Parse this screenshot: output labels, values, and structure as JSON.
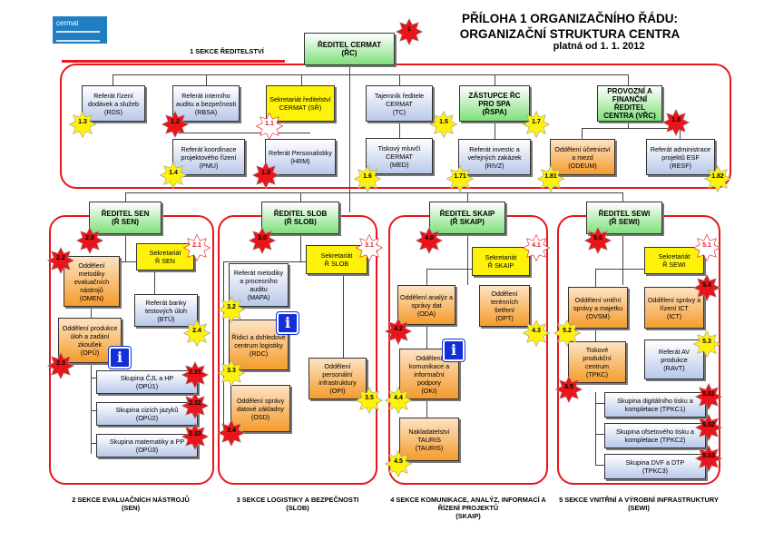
{
  "header": {
    "logo_text": "cermat",
    "title_line1": "PŘÍLOHA 1 ORGANIZAČNÍHO ŘÁDU:",
    "title_line2": "ORGANIZAČNÍ STRUKTURA CENTRA",
    "valid_from": "platná od 1. 1. 2012",
    "top_section": "1 SEKCE ŘEDITELSTVÍ"
  },
  "director": {
    "label": "ŘEDITEL CERMAT\n(ŘC)",
    "badge": "1"
  },
  "directorate": {
    "rds": {
      "label": "Referát řízení dodávek a služeb\n(RDS)",
      "badge": "1.3"
    },
    "rbsa": {
      "label": "Referát interního auditu a bezpečnosti\n(RBSA)",
      "badge": "1.2"
    },
    "sr": {
      "label": "Sekretariát ředitelství CERMAT (SŘ)",
      "badge": "1.1"
    },
    "tc": {
      "label": "Tajemník ředitele CERMAT\n(TC)",
      "badge": "1.5"
    },
    "rspa": {
      "label": "ZÁSTUPCE ŘC PRO SPA\n(ŘSPA)",
      "badge": "1.7"
    },
    "vrc": {
      "label": "PROVOZNÍ A FINANČNÍ ŘEDITEL CENTRA (VŘC)",
      "badge": "1.8"
    },
    "pmu": {
      "label": "Referát koordinace projektového řízení\n(PMU)",
      "badge": "1.4"
    },
    "hrm": {
      "label": "Referát Personalistiky\n(HRM)",
      "badge": "1.3"
    },
    "med": {
      "label": "Tiskový mluvčí CERMAT\n(MED)",
      "badge": "1.6"
    },
    "rivz": {
      "label": "Referát investic a veřejných zakázek\n(RIVZ)",
      "badge": "1.71"
    },
    "odeum": {
      "label": "Oddělení účetnictví a mezd\n(ODEUM)",
      "badge": "1.81"
    },
    "resf": {
      "label": "Referát administrace projektů ESF\n(RESF)",
      "badge": "1.82"
    }
  },
  "sen": {
    "head": {
      "label": "ŘEDITEL SEN\n(Ř SEN)",
      "badge": "2.0"
    },
    "secretariat": {
      "label": "Sekretariát\nŘ SEN",
      "badge": "2.1"
    },
    "omen": {
      "label": "Oddělení metodiky evaluačních nástrojů\n(OMEN)",
      "badge": "2.2"
    },
    "btu": {
      "label": "Referát banky testových úloh\n(BTÚ)",
      "badge": "2.4"
    },
    "opu": {
      "label": "Oddělení produkce úloh a zadání zkoušek\n(OPÚ)",
      "badge": "2.3"
    },
    "opu1": {
      "label": "Skupina ČJL a HP\n(OPÚ1)",
      "badge": "2.31"
    },
    "opu2": {
      "label": "Skupina cizích jazyků\n(OPÚ2)",
      "badge": "2.32"
    },
    "opu3": {
      "label": "Skupina matematiky a PP\n(OPÚ3)",
      "badge": "2.33"
    },
    "caption": "2 SEKCE EVALUAČNÍCH NÁSTROJŮ\n(SEN)"
  },
  "slob": {
    "head": {
      "label": "ŘEDITEL SLOB\n(Ř SLOB)",
      "badge": "3.0"
    },
    "secretariat": {
      "label": "Sekretariát\nŘ SLOB",
      "badge": "3.1"
    },
    "mapa": {
      "label": "Referát metodiky a procesního auditu\n(MAPA)",
      "badge": "3.2"
    },
    "rdc": {
      "label": "Řídicí a dohledové centrum logistiky\n(RDC)",
      "badge": "3.3"
    },
    "osd": {
      "label": "Oddělení správy datové základny\n(OSD)",
      "badge": "3.4"
    },
    "opi": {
      "label": "Oddělení personální infrastruktury\n(OPI)",
      "badge": "3.5"
    },
    "caption": "3 SEKCE LOGISTIKY A BEZPEČNOSTI\n(SLOB)"
  },
  "skaip": {
    "head": {
      "label": "ŘEDITEL SKAIP\n(Ř SKAIP)",
      "badge": "4.0"
    },
    "secretariat": {
      "label": "Sekretariát\nŘ SKAIP",
      "badge": "4.1"
    },
    "oda": {
      "label": "Oddělení analýz a správy dat\n(ODA)",
      "badge": "4.2"
    },
    "opt": {
      "label": "Oddělení terénních šetření\n(OPT)",
      "badge": "4.3"
    },
    "oki": {
      "label": "Oddělení komunikace a informační podpory\n(OKI)",
      "badge": "4.4"
    },
    "tauris": {
      "label": "Nakladatelství TAURIS\n(TAURIS)",
      "badge": "4.5"
    },
    "caption": "4 SEKCE KOMUNIKACE, ANALÝZ, INFORMACÍ A ŘÍZENÍ PROJEKTŮ\n(SKAIP)"
  },
  "sewi": {
    "head": {
      "label": "ŘEDITEL SEWI\n(Ř SEWI)",
      "badge": "5.0"
    },
    "secretariat": {
      "label": "Sekretariát\nŘ SEWI",
      "badge": "5.1"
    },
    "ovsm": {
      "label": "Oddělení vnitřní správy a majetku\n(OVSM)",
      "badge": "5.2"
    },
    "ict": {
      "label": "Oddělení správy a řízení ICT\n(ICT)",
      "badge": "5.4"
    },
    "tpkc": {
      "label": "Tiskové produkční centrum\n(TPKC)",
      "badge": "5.5"
    },
    "ravt": {
      "label": "Referát AV produkce\n(RAVT)",
      "badge": "5.3"
    },
    "tpkc1": {
      "label": "Skupina digitálního tisku a kompletace (TPKC1)",
      "badge": "5.51"
    },
    "tpkc2": {
      "label": "Skupina ofsetového tisku a kompletace (TPKC2)",
      "badge": "5.52"
    },
    "tpkc3": {
      "label": "Skupina DVF a DTP\n(TPKC3)",
      "badge": "5.53"
    },
    "caption": "5 SEKCE VNITŘNÍ A VÝROBNÍ INFRASTRUKTURY\n(SEWI)"
  },
  "info_icon": "i",
  "colors": {
    "red": "#e8151b",
    "star_yellow": "#fff20a",
    "blue": "#1330d8"
  }
}
